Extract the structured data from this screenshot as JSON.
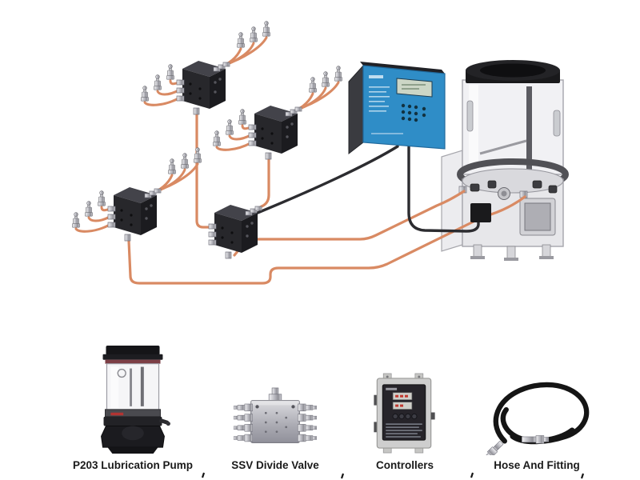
{
  "products": [
    {
      "id": "p203-lubrication-pump",
      "label": "P203 Lubrication Pump"
    },
    {
      "id": "ssv-divide-valve",
      "label": "SSV Divide Valve"
    },
    {
      "id": "controllers",
      "label": "Controllers"
    },
    {
      "id": "hose-and-fitting",
      "label": "Hose And Fitting"
    }
  ],
  "diagram": {
    "components": [
      "p203-grease-pump-reservoir",
      "ssv-divider-valve",
      "controller-box",
      "grease-hose",
      "grease-fitting",
      "control-cable"
    ],
    "ssv_valve_count": 4,
    "pump_count": 1,
    "controller_count": 1
  },
  "colors": {
    "background": "#ffffff",
    "grease_hose": "#d98a63",
    "control_cable": "#2c2c30",
    "controller_panel": "#2f8dc7",
    "valve_body": "#27272b",
    "label_text": "#1a1a1a"
  }
}
